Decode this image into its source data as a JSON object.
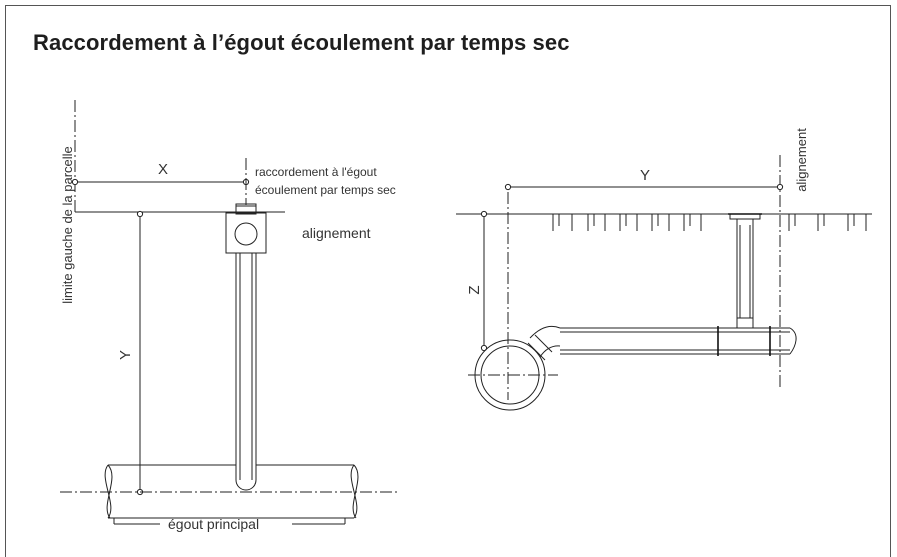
{
  "title": "Raccordement à l’égout écoulement par temps sec",
  "labels": {
    "left_boundary": "limite gauche de la parcelle",
    "dim_x": "X",
    "dim_y_left": "Y",
    "connection_line1": "raccordement à l'égout",
    "connection_line2": "écoulement par temps sec",
    "alignment_plan": "alignement",
    "main_sewer": "égout principal",
    "dim_y_right": "Y",
    "dim_z": "Z",
    "alignment_section": "alignement"
  },
  "colors": {
    "line": "#222222",
    "text": "#333333",
    "frame": "#555555"
  }
}
